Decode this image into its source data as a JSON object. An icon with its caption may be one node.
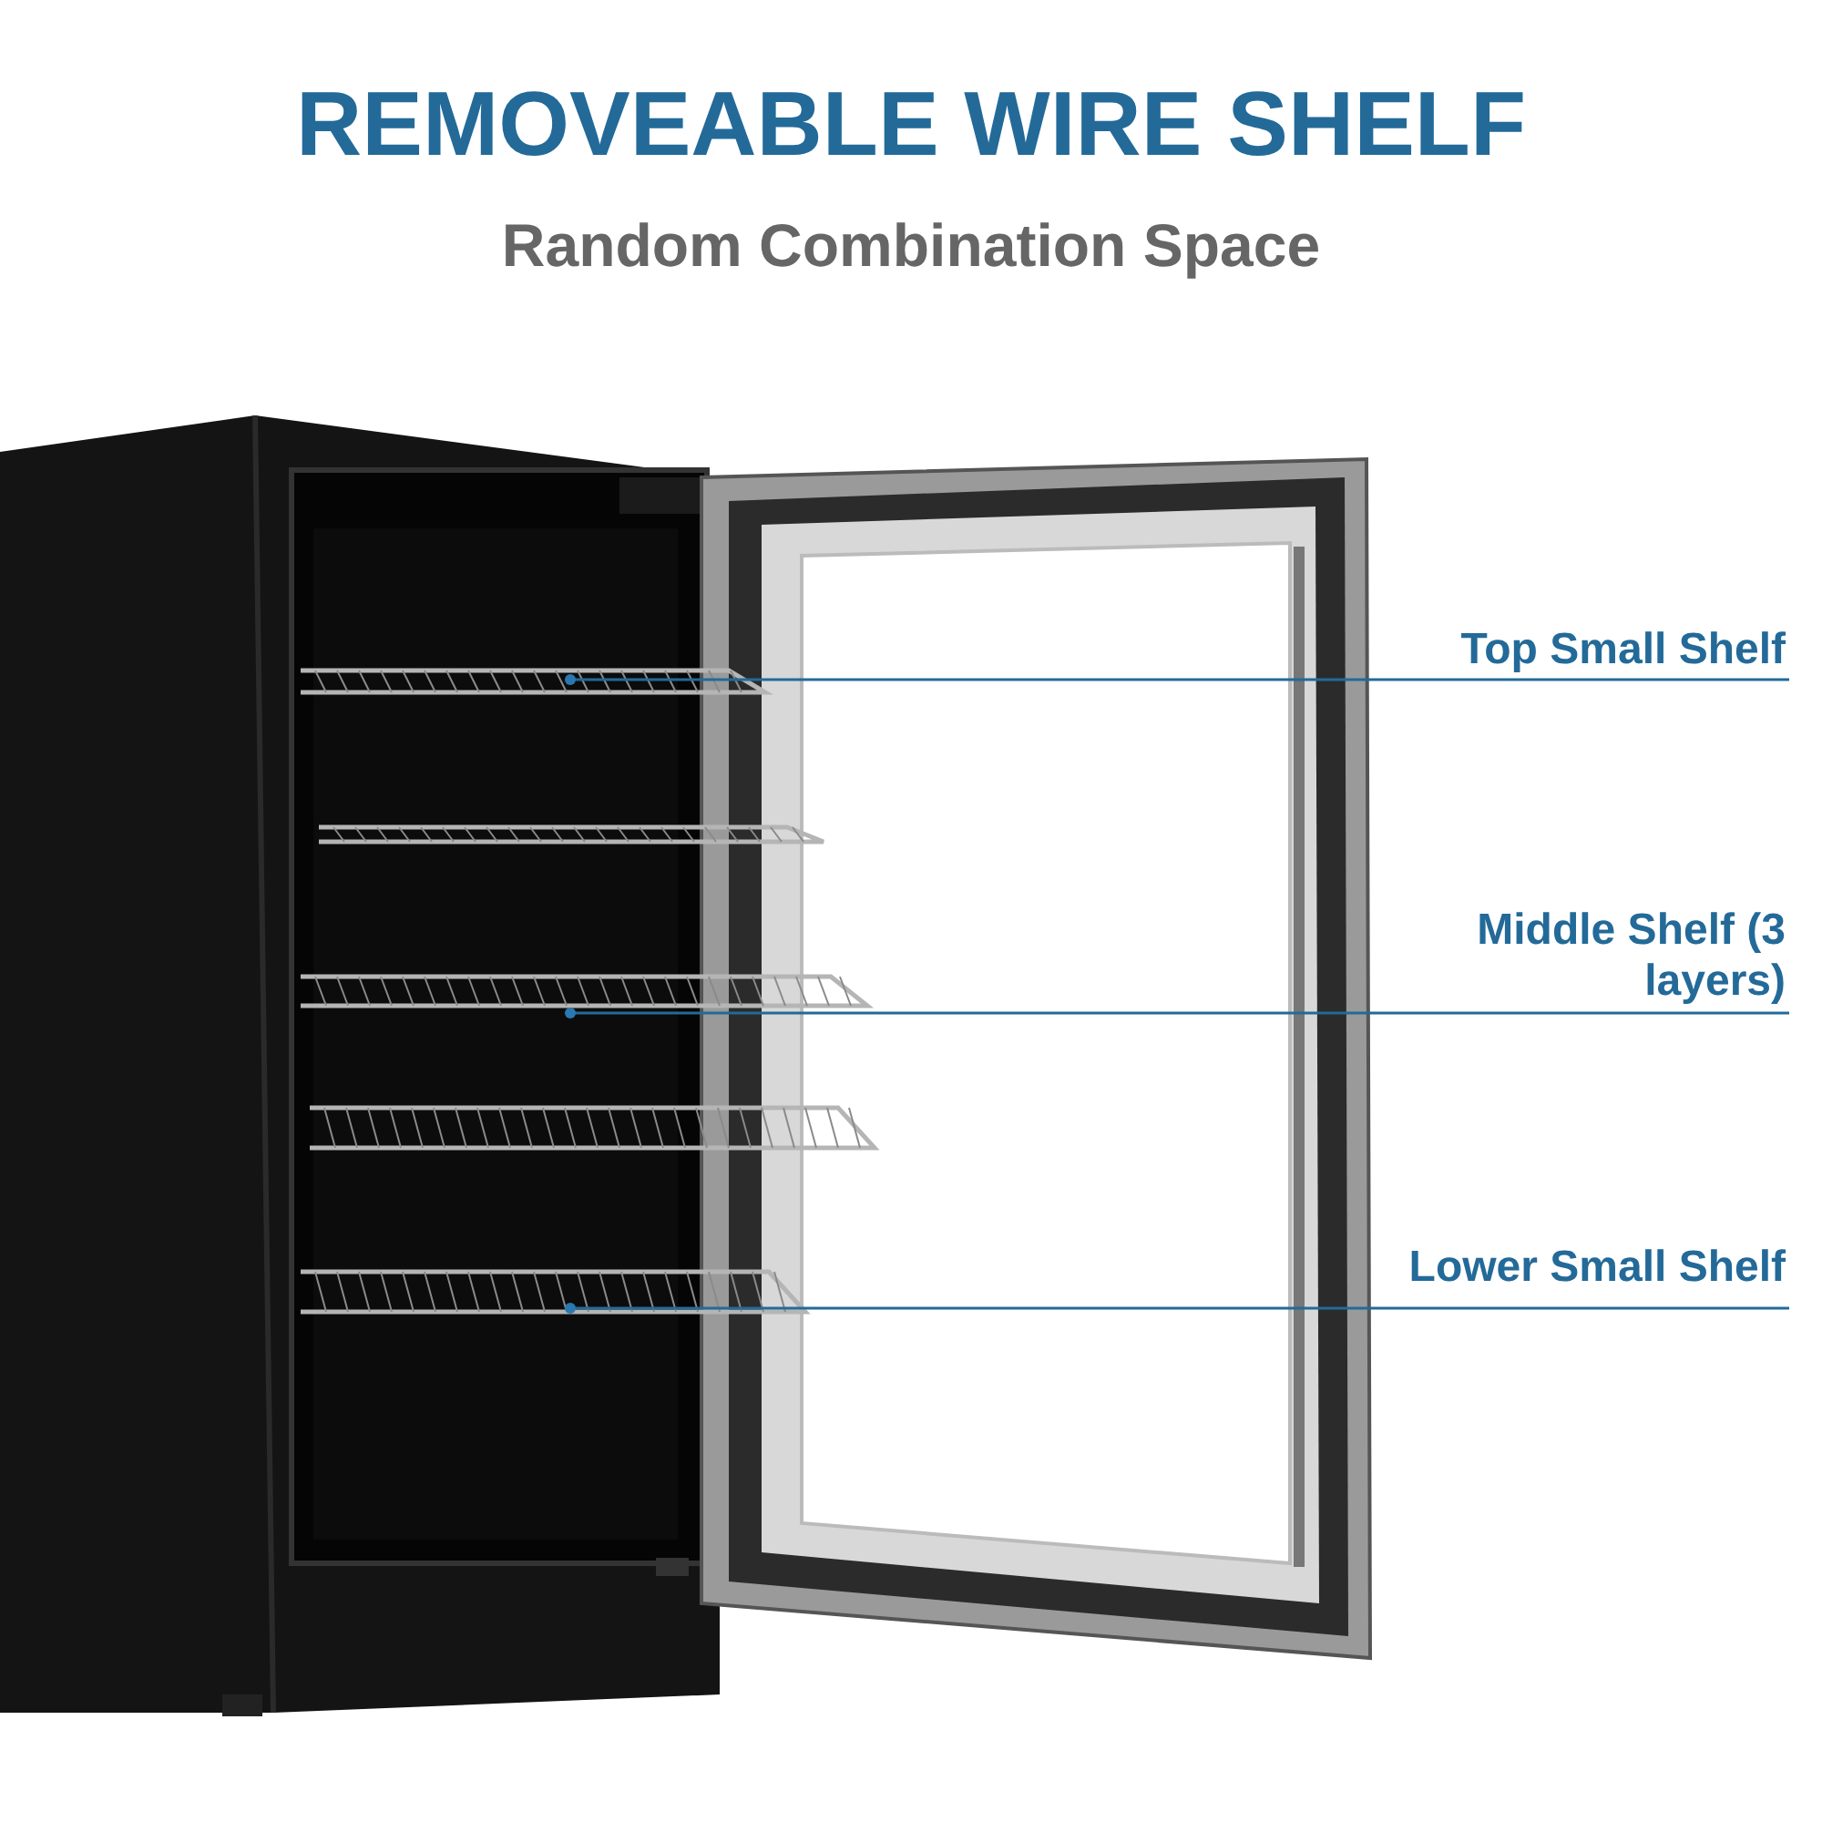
{
  "diagram": {
    "title": "REMOVEABLE WIRE SHELF",
    "nodes": [
      {
        "text": [
          "Top Small Shelf"
        ]
      },
      {
        "text": [
          "Middle Shelf (3 layers)"
        ]
      },
      {
        "text": [
          "Lower Small Shelf"
        ]
      },
      {
        "text": [],
        "shape": "bar"
      },
      {
        "text": [],
        "shape": "bar"
      },
      {
        "text": [],
        "shape": "bar"
      }
    ],
    "edges": [
      {
        "from": 0,
        "to": 3,
        "arrow": "other"
      },
      {
        "from": 1,
        "to": 4,
        "arrow": "other"
      },
      {
        "from": 2,
        "to": 5,
        "arrow": "other"
      }
    ],
    "labels": [
      "Random Combination Space"
    ]
  }
}
